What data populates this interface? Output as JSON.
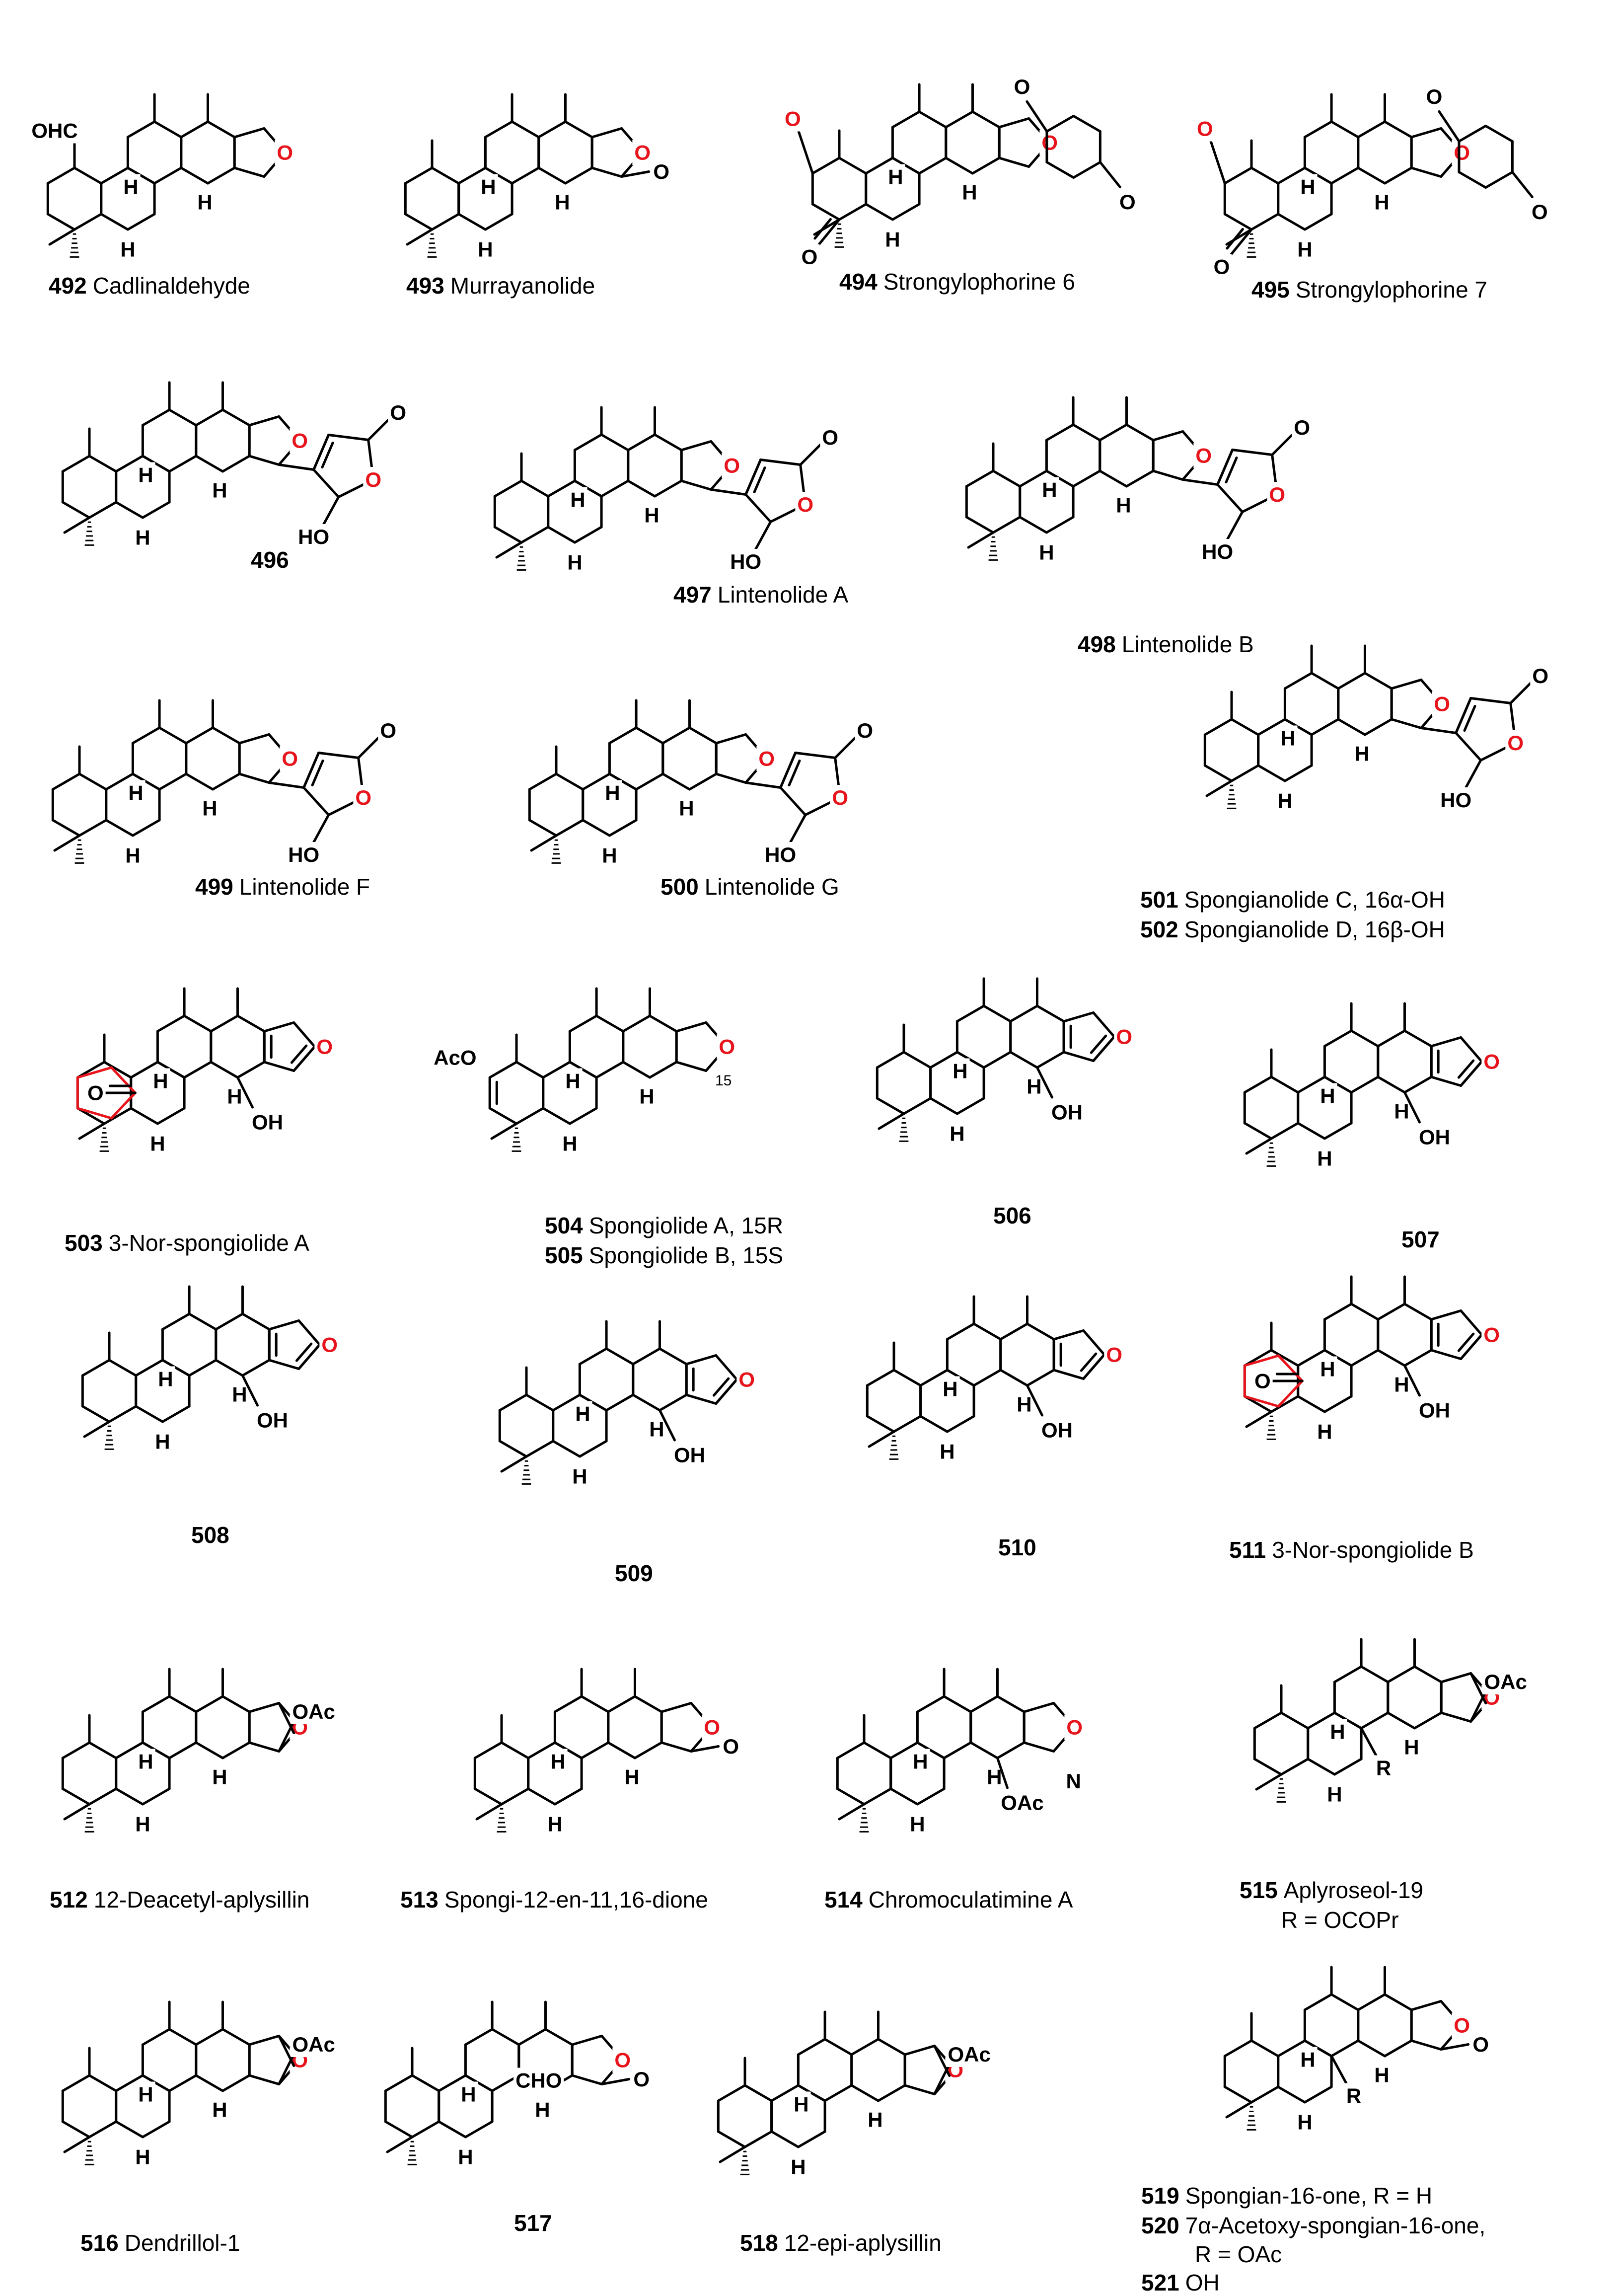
{
  "colors": {
    "bond": "#000000",
    "highlight_oxygen": "#e8141c",
    "highlight_ring": "#e8141c",
    "background": "#ffffff"
  },
  "compounds": [
    {
      "id": "492",
      "number": "492",
      "name": "Cadlinaldehyde"
    },
    {
      "id": "493",
      "number": "493",
      "name": "Murrayanolide"
    },
    {
      "id": "494",
      "number": "494",
      "name": "Strongylophorine 6"
    },
    {
      "id": "495",
      "number": "495",
      "name": "Strongylophorine 7"
    },
    {
      "id": "496",
      "number": "496",
      "name": ""
    },
    {
      "id": "497",
      "number": "497",
      "name": "Lintenolide A"
    },
    {
      "id": "498",
      "number": "498",
      "name": "Lintenolide B"
    },
    {
      "id": "499",
      "number": "499",
      "name": "Lintenolide F"
    },
    {
      "id": "500",
      "number": "500",
      "name": "Lintenolide G"
    },
    {
      "id": "501",
      "number": "501",
      "name": "Spongianolide C, 16α-OH"
    },
    {
      "id": "502",
      "number": "502",
      "name": "Spongianolide D, 16β-OH"
    },
    {
      "id": "503",
      "number": "503",
      "name": "3-Nor-spongiolide A"
    },
    {
      "id": "504",
      "number": "504",
      "name": "Spongiolide A, 15R"
    },
    {
      "id": "505",
      "number": "505",
      "name": "Spongiolide B, 15S"
    },
    {
      "id": "506",
      "number": "506",
      "name": ""
    },
    {
      "id": "507",
      "number": "507",
      "name": ""
    },
    {
      "id": "508",
      "number": "508",
      "name": ""
    },
    {
      "id": "509",
      "number": "509",
      "name": ""
    },
    {
      "id": "510",
      "number": "510",
      "name": ""
    },
    {
      "id": "511",
      "number": "511",
      "name": "3-Nor-spongiolide B"
    },
    {
      "id": "512",
      "number": "512",
      "name": "12-Deacetyl-aplysillin"
    },
    {
      "id": "513",
      "number": "513",
      "name": "Spongi-12-en-11,16-dione"
    },
    {
      "id": "514",
      "number": "514",
      "name": "Chromoculatimine A"
    },
    {
      "id": "515",
      "number": "515",
      "name": "Aplyroseol-19",
      "note": "R = OCOPr"
    },
    {
      "id": "516",
      "number": "516",
      "name": "Dendrillol-1"
    },
    {
      "id": "517",
      "number": "517",
      "name": ""
    },
    {
      "id": "518",
      "number": "518",
      "name": "12-epi-aplysillin"
    },
    {
      "id": "519",
      "number": "519",
      "name": "Spongian-16-one, R = H"
    },
    {
      "id": "520",
      "number": "520",
      "name": "7α-Acetoxy-spongian-16-one,",
      "note": "R = OAc"
    },
    {
      "id": "521",
      "number": "521",
      "name": "OH"
    }
  ],
  "atom_labels": {
    "OHC": "OHC",
    "H": "H",
    "O": "O",
    "AcO": "AcO",
    "OAc": "OAc",
    "OH": "OH",
    "HO": "HO",
    "CHO": "CHO",
    "N": "N",
    "R": "R",
    "num15": "15"
  }
}
